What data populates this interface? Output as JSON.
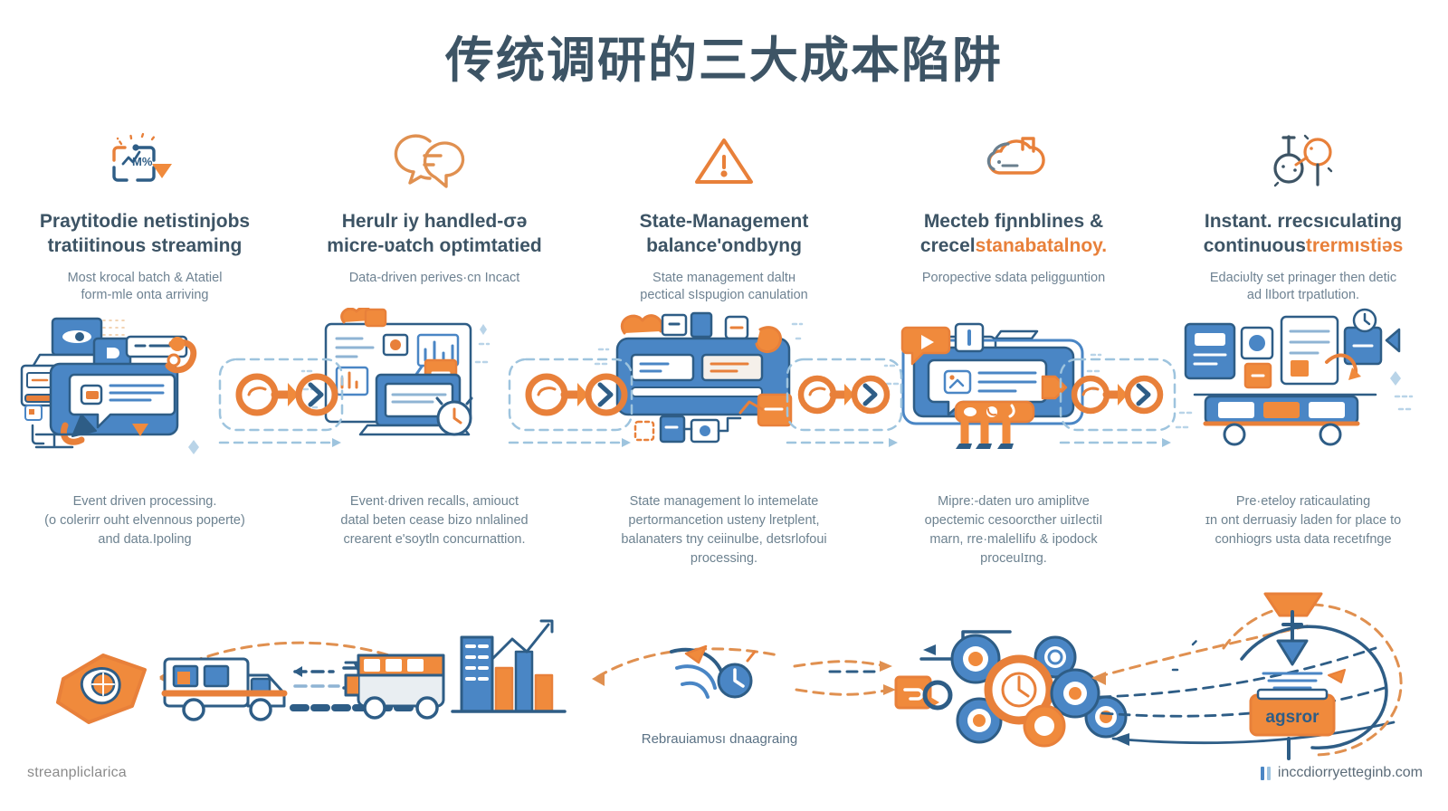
{
  "page": {
    "title": "传统调研的三大成本陷阱",
    "background": "#ffffff",
    "accent_blue": "#4a86c5",
    "accent_dark_blue": "#2e5d86",
    "accent_orange": "#e8803a",
    "text_dark": "#3d5465",
    "text_muted": "#6e8292"
  },
  "columns": [
    {
      "icon": "dashboard-metric-icon",
      "heading_line1": "Praytitodie netistinjobs",
      "heading_line2": "tratiitinous streaming",
      "heading_accent": "",
      "subtitle_line1": "Most krocal batch & Atatiel",
      "subtitle_line2": "form-mle onta arriving",
      "illustration": "laptop-chat-card-illustration",
      "caption_line1": "Event driven processing.",
      "caption_line2": "(o colerirr ouht elvennous poperte)",
      "caption_line3": "and data.Ipoling"
    },
    {
      "icon": "chat-bubbles-icon",
      "heading_line1": "Herulr iy handled-σǝ",
      "heading_line2": "micre-ʋatch optimtatied",
      "heading_accent": "",
      "subtitle_line1": "Data-driven perives·cn Incact",
      "subtitle_line2": "",
      "illustration": "analytics-dashboard-illustration",
      "caption_line1": "Event·driven recalls, amiouct",
      "caption_line2": "datal beten cease bizo nnlalined",
      "caption_line3": "crearent e'soytln concurnattion."
    },
    {
      "icon": "warning-triangle-icon",
      "heading_line1": "State-Management",
      "heading_line2": "balance'ondbyng",
      "heading_accent": "",
      "subtitle_line1": "State management daltʜ",
      "subtitle_line2": "pectical sIspugion canulation",
      "illustration": "server-card-illustration",
      "caption_line1": "State management lo intemelate",
      "caption_line2": "pertormancetion usteny lretplent,",
      "caption_line3": "balanaters tny ceiinulbe, detsrlofoui",
      "caption_line4": "processing."
    },
    {
      "icon": "cloud-upload-icon",
      "heading_line1": "Mecteb fiɲnblines &",
      "heading_line2_plain": "crecel",
      "heading_line2_accent": "stanabatalnoy.",
      "subtitle_line1": "Poropective sdata peliggɯntion",
      "subtitle_line2": "",
      "illustration": "media-card-walking-illustration",
      "caption_line1": "Mipre:-daten uro amiplitve",
      "caption_line2": "opectemic cesoorcther uiɪǀectiI",
      "caption_line3": "marn, rre·malelIifʋ & ipodock",
      "caption_line4": "proceuIɪng."
    },
    {
      "icon": "search-nodes-icon",
      "heading_line1": "Instant. rrecsıculating",
      "heading_line2_plain": "continuous",
      "heading_line2_accent": "trermıstiǝs",
      "subtitle_line1": "Edaciʋlty set prinager then detic",
      "subtitle_line2": "ad lIbort trpatlution.",
      "illustration": "data-truck-illustration",
      "caption_line1": "Pre·eteloy raticaulating",
      "caption_line2": "ɪn ont derruasiy laden for place to",
      "caption_line3": "conhiogrs usta data recetıfnge"
    }
  ],
  "bottom_band": {
    "caption": "Rebrauiamʋsı dnaagraing",
    "items": [
      "shield-globe-icon",
      "delivery-truck-icon",
      "transfer-arrows-icon",
      "bus-icon",
      "city-bar-chart-icon",
      "signal-broadcast-icon",
      "clock-badge-icon",
      "package-box-icon",
      "gears-cluster-icon",
      "toolbox-icon"
    ],
    "toolbox_label": "agsror"
  },
  "footer": {
    "brand": "streanpliclarica",
    "site": "inccdiorryetteginb.com"
  }
}
